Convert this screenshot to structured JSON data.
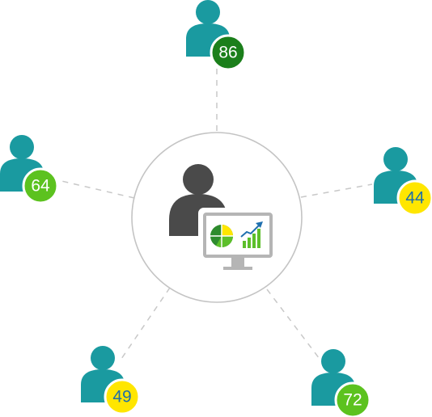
{
  "colors": {
    "person_teal": "#1a9aa0",
    "center_person": "#4a4a4a",
    "connector": "#c8c8c8",
    "hub_ring": "#c4c4c4",
    "monitor_frame": "#b5b5b5",
    "pie_green": "#2e8b2e",
    "pie_yellow": "#ffe600",
    "bars_green": "#5cbf2a",
    "trend_blue": "#1f6fae"
  },
  "hub": {
    "person_icon": "presenter-person-icon",
    "monitor_icon": "analytics-monitor-icon"
  },
  "members": [
    {
      "id": "top",
      "score": "86",
      "badge_color": "#1b7f1b",
      "text_color": "#ffffff"
    },
    {
      "id": "left",
      "score": "64",
      "badge_color": "#5cc21f",
      "text_color": "#ffffff"
    },
    {
      "id": "right",
      "score": "44",
      "badge_color": "#ffe600",
      "text_color": "#1f6fa8"
    },
    {
      "id": "bottom-left",
      "score": "49",
      "badge_color": "#ffe600",
      "text_color": "#1f6fa8"
    },
    {
      "id": "bottom-right",
      "score": "72",
      "badge_color": "#5cc21f",
      "text_color": "#ffffff"
    }
  ]
}
